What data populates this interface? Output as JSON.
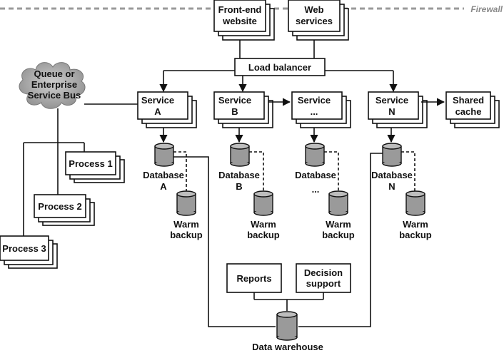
{
  "firewall_label": "Firewall",
  "frontend": {
    "frontend_website": [
      "Front-end",
      "website"
    ],
    "web_services": [
      "Web",
      "services"
    ]
  },
  "load_balancer": "Load balancer",
  "queue": [
    "Queue or",
    "Enterprise",
    "Service Bus"
  ],
  "services": {
    "a": [
      "Service",
      "A"
    ],
    "b": [
      "Service",
      "B"
    ],
    "etc": [
      "Service",
      "..."
    ],
    "n": [
      "Service",
      "N"
    ]
  },
  "shared_cache": [
    "Shared",
    "cache"
  ],
  "processes": [
    "Process 1",
    "Process 2",
    "Process 3"
  ],
  "databases": {
    "a": [
      "Database",
      "A"
    ],
    "b": [
      "Database",
      "B"
    ],
    "etc": [
      "Database",
      "..."
    ],
    "n": [
      "Database",
      "N"
    ]
  },
  "warm_backup": [
    "Warm",
    "backup"
  ],
  "reports": "Reports",
  "decision_support": [
    "Decision",
    "support"
  ],
  "data_warehouse": "Data warehouse",
  "colors": {
    "firewall_line": "#9a9a9a",
    "database_fill": "#9a9a9a",
    "cloud_fill": "#a0a0a0"
  }
}
